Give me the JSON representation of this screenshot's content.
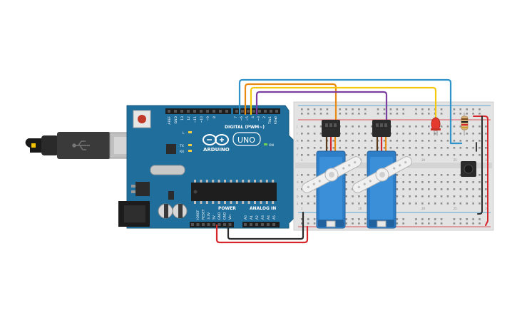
{
  "board": {
    "brand": "ARDUINO",
    "model": "UNO",
    "digital_header": "DIGITAL (PWM~)",
    "power_header": "POWER",
    "analog_header": "ANALOG IN",
    "on_label": "ON",
    "led_labels": [
      "L",
      "TX",
      "RX"
    ],
    "digital_pins": [
      "AREF",
      "GND",
      "13",
      "12",
      "~11",
      "~10",
      "~9",
      "8",
      "7",
      "~6",
      "~5",
      "4",
      "~3",
      "2",
      "TX▸1",
      "RX◂0"
    ],
    "power_pins": [
      "IOREF",
      "RESET",
      "3.3V",
      "5V",
      "GND",
      "GND",
      "Vin"
    ],
    "analog_pins": [
      "A0",
      "A1",
      "A2",
      "A3",
      "A4",
      "A5"
    ]
  },
  "breadboard": {
    "row_letters_top": [
      "j",
      "i",
      "h",
      "g",
      "f"
    ],
    "row_letters_bottom": [
      "e",
      "d",
      "c",
      "b",
      "a"
    ],
    "column_numbers": [
      "1",
      "5",
      "10",
      "15",
      "20",
      "25",
      "30"
    ]
  },
  "wires": {
    "colors": {
      "blue": "#2d93c9",
      "orange": "#e88a14",
      "yellow": "#f2c811",
      "purple": "#7b3ea0",
      "red": "#d7262b",
      "black": "#2b2b2b"
    }
  }
}
